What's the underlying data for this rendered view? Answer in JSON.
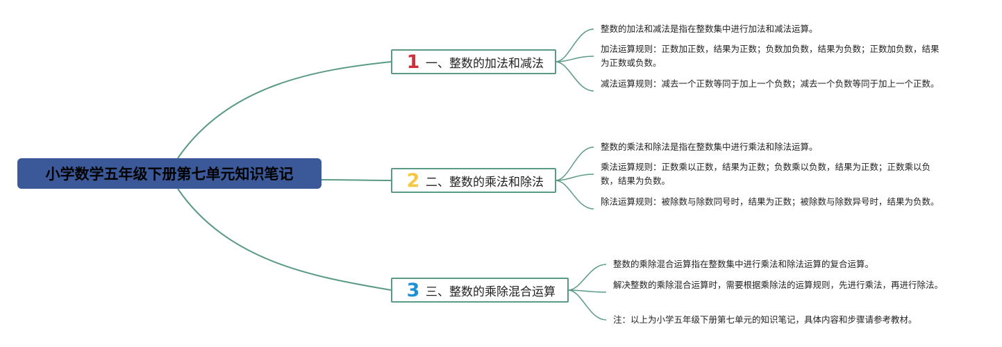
{
  "root": {
    "title": "小学数学五年级下册第七单元知识笔记"
  },
  "colors": {
    "root_bg": "#3b5998",
    "line": "#5a9a82",
    "num1": "#d32f3a",
    "num2": "#f5c842",
    "num3": "#1e90d8"
  },
  "branches": [
    {
      "number": "1",
      "label": "一、整数的加法和减法",
      "leaves": [
        "整数的加法和减法是指在整数集中进行加法和减法运算。",
        "加法运算规则：正数加正数，结果为正数；负数加负数，结果为负数；正数加负数，结果为正数或负数。",
        "减法运算规则：减去一个正数等同于加上一个负数；减去一个负数等同于加上一个正数。"
      ]
    },
    {
      "number": "2",
      "label": "二、整数的乘法和除法",
      "leaves": [
        "整数的乘法和除法是指在整数集中进行乘法和除法运算。",
        "乘法运算规则：正数乘以正数，结果为正数；负数乘以负数，结果为正数；正数乘以负数，结果为负数。",
        "除法运算规则：被除数与除数同号时，结果为正数；被除数与除数异号时，结果为负数。"
      ]
    },
    {
      "number": "3",
      "label": "三、整数的乘除混合运算",
      "leaves": [
        "整数的乘除混合运算指在整数集中进行乘法和除法运算的复合运算。",
        "解决整数的乘除混合运算时，需要根据乘除法的运算规则，先进行乘法，再进行除法。",
        "注：以上为小学五年级下册第七单元的知识笔记，具体内容和步骤请参考教材。"
      ]
    }
  ]
}
